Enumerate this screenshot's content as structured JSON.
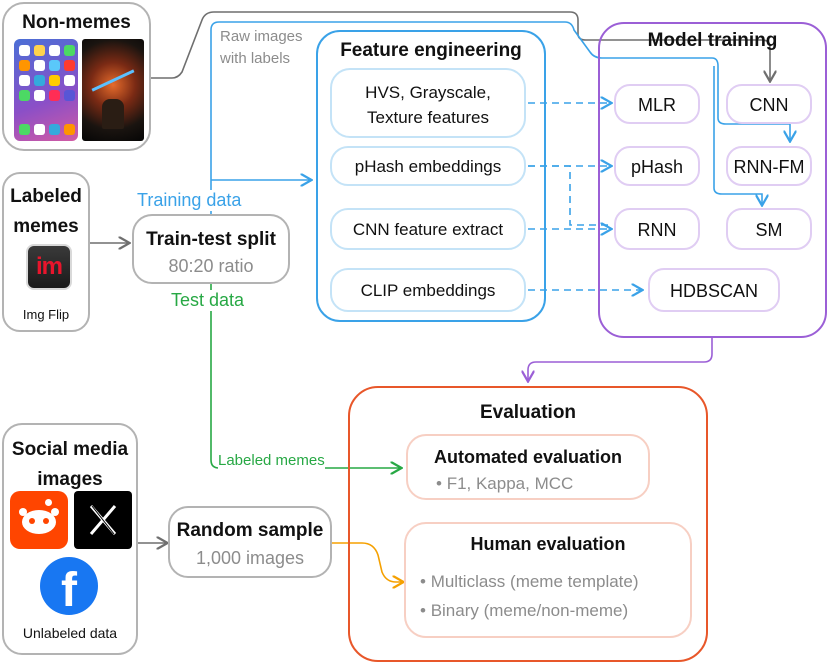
{
  "sources": {
    "non_memes": {
      "title": "Non-memes"
    },
    "labeled_memes": {
      "title_line1": "Labeled",
      "title_line2": "memes",
      "source": "Img Flip",
      "logo_text": "im"
    },
    "social_media": {
      "title_line1": "Social media",
      "title_line2": "images",
      "caption": "Unlabeled data"
    }
  },
  "edges": {
    "raw_images_line1": "Raw images",
    "raw_images_line2": "with labels",
    "training_data": "Training data",
    "test_data": "Test data",
    "labeled_memes": "Labeled memes"
  },
  "train_test_split": {
    "title": "Train-test split",
    "subtitle": "80:20 ratio"
  },
  "random_sample": {
    "title": "Random sample",
    "subtitle": "1,000 images"
  },
  "feature_engineering": {
    "title": "Feature engineering",
    "items": [
      "HVS, Grayscale,",
      "Texture features",
      "pHash embeddings",
      "CNN feature extract",
      "CLIP embeddings"
    ]
  },
  "model_training": {
    "title": "Model training",
    "models": [
      "MLR",
      "pHash",
      "RNN",
      "CNN",
      "RNN-FM",
      "SM",
      "HDBSCAN"
    ]
  },
  "evaluation": {
    "title": "Evaluation",
    "automated": {
      "title": "Automated evaluation",
      "metrics": "F1, Kappa, MCC"
    },
    "human": {
      "title": "Human evaluation",
      "items": [
        "Multiclass (meme template)",
        "Binary (meme/non-meme)"
      ]
    }
  },
  "colors": {
    "gray": "#8c8c8c",
    "blue": "#3aa2e8",
    "purple": "#9b5fd6",
    "green": "#27a844",
    "orange": "#f5a000",
    "red": "#e8572a"
  }
}
